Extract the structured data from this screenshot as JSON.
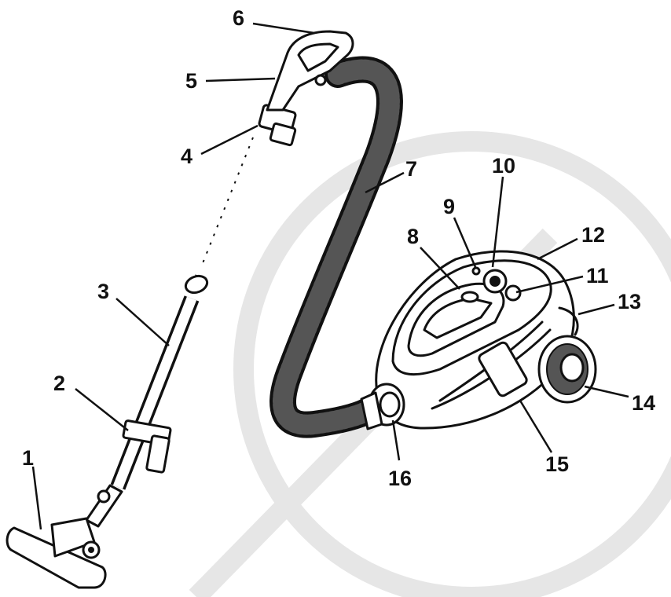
{
  "callouts": [
    {
      "id": "1",
      "label": "1"
    },
    {
      "id": "2",
      "label": "2"
    },
    {
      "id": "3",
      "label": "3"
    },
    {
      "id": "4",
      "label": "4"
    },
    {
      "id": "5",
      "label": "5"
    },
    {
      "id": "6",
      "label": "6"
    },
    {
      "id": "7",
      "label": "7"
    },
    {
      "id": "8",
      "label": "8"
    },
    {
      "id": "9",
      "label": "9"
    },
    {
      "id": "10",
      "label": "10"
    },
    {
      "id": "11",
      "label": "11"
    },
    {
      "id": "12",
      "label": "12"
    },
    {
      "id": "13",
      "label": "13"
    },
    {
      "id": "14",
      "label": "14"
    },
    {
      "id": "15",
      "label": "15"
    },
    {
      "id": "16",
      "label": "16"
    }
  ],
  "colors": {
    "line": "#111111",
    "hose": "#2a2a2a",
    "watermark": "#e6e6e6"
  }
}
